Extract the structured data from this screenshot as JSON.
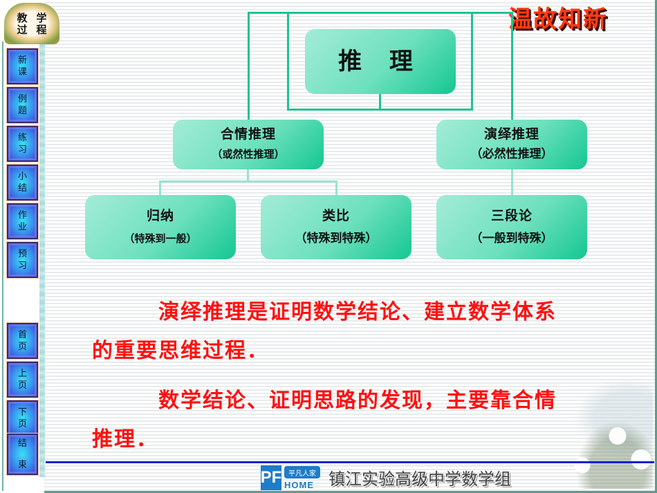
{
  "header": {
    "logo_chars": [
      "教",
      "学",
      "过",
      "程"
    ],
    "title": "温故知新"
  },
  "sidebar": {
    "top_buttons": [
      {
        "line1": "新",
        "line2": "课"
      },
      {
        "line1": "例",
        "line2": "题"
      },
      {
        "line1": "练",
        "line2": "习"
      },
      {
        "line1": "小",
        "line2": "结"
      },
      {
        "line1": "作",
        "line2": "业"
      },
      {
        "line1": "预",
        "line2": "习"
      }
    ],
    "bottom_buttons": [
      {
        "line1": "首",
        "line2": "页"
      },
      {
        "line1": "上",
        "line2": "页"
      },
      {
        "line1": "下",
        "line2": "页"
      },
      {
        "line1": "结",
        "line2": "束"
      }
    ]
  },
  "diagram": {
    "root": {
      "label": "推 理"
    },
    "plausible": {
      "label": "合情推理",
      "sub": "（或然性推理）"
    },
    "deductive": {
      "label": "演绎推理",
      "sub": "（必然性推理）"
    },
    "induction": {
      "label": "归纳",
      "sub": "（特殊到一般）"
    },
    "analogy": {
      "label": "类比",
      "sub": "（特殊到特殊）"
    },
    "syllogism": {
      "label": "三段论",
      "sub": "（一般到特殊）"
    },
    "colors": {
      "box_start": "#a4ecd8",
      "box_end": "#14c792",
      "line": "#1cc393",
      "line_light": "#99e2cf"
    }
  },
  "content": {
    "paragraph1": "演绎推理是证明数学结论、建立数学体系的重要思维过程．",
    "paragraph2": "数学结论、证明思路的发现，主要靠合情推理．",
    "text_color": "#ff1010"
  },
  "footer": {
    "logo_pf": "PF",
    "logo_cn": "平凡人家",
    "logo_home": "HOME",
    "organization": "镇江实验高级中学数学组"
  }
}
